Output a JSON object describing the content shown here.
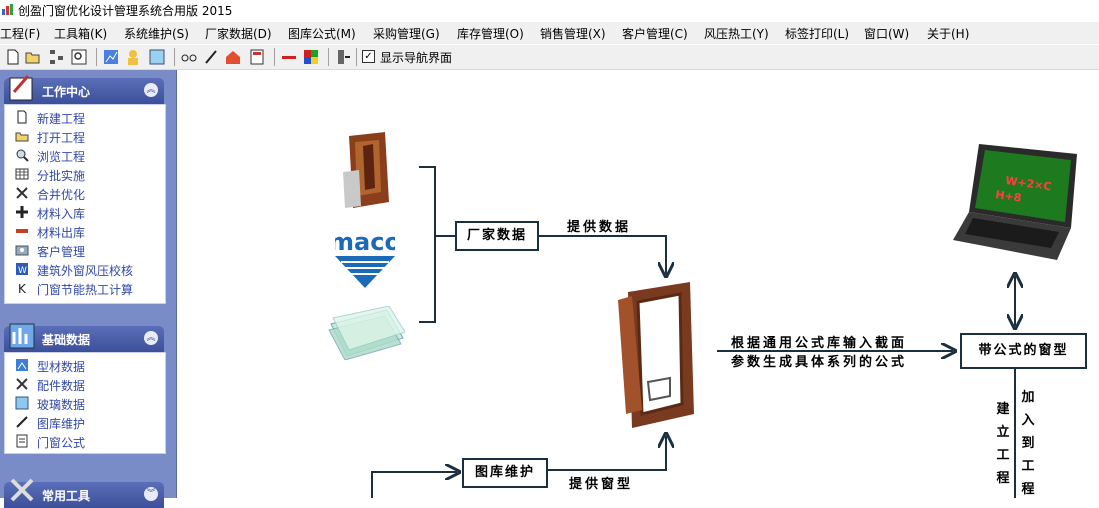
{
  "window": {
    "title": "创盈门窗优化设计管理系统合用版 2015"
  },
  "menu": [
    {
      "label": "工程(F)"
    },
    {
      "label": "工具箱(K)"
    },
    {
      "label": "系统维护(S)"
    },
    {
      "label": "厂家数据(D)"
    },
    {
      "label": "图库公式(M)"
    },
    {
      "label": "采购管理(G)"
    },
    {
      "label": "库存管理(O)"
    },
    {
      "label": "销售管理(X)"
    },
    {
      "label": "客户管理(C)"
    },
    {
      "label": "风压热工(Y)"
    },
    {
      "label": "标签打印(L)"
    },
    {
      "label": "窗口(W)"
    },
    {
      "label": "关于(H)"
    }
  ],
  "toolbar": {
    "show_nav_label": "显示导航界面",
    "show_nav_checked": true
  },
  "sidebar": {
    "work_center": {
      "title": "工作中心",
      "items": [
        {
          "label": "新建工程",
          "icon": "new-file-icon"
        },
        {
          "label": "打开工程",
          "icon": "open-folder-icon"
        },
        {
          "label": "浏览工程",
          "icon": "magnifier-icon"
        },
        {
          "label": "分批实施",
          "icon": "grid-icon"
        },
        {
          "label": "合并优化",
          "icon": "tools-icon"
        },
        {
          "label": "材料入库",
          "icon": "plus-icon"
        },
        {
          "label": "材料出库",
          "icon": "minus-icon"
        },
        {
          "label": "客户管理",
          "icon": "people-icon"
        },
        {
          "label": "建筑外窗风压校核",
          "icon": "word-icon"
        },
        {
          "label": "门窗节能热工计算",
          "icon": "k-icon"
        }
      ]
    },
    "basic_data": {
      "title": "基础数据",
      "items": [
        {
          "label": "型材数据",
          "icon": "profile-icon"
        },
        {
          "label": "配件数据",
          "icon": "tools-icon"
        },
        {
          "label": "玻璃数据",
          "icon": "glass-icon"
        },
        {
          "label": "图库维护",
          "icon": "pen-icon"
        },
        {
          "label": "门窗公式",
          "icon": "formula-icon"
        }
      ]
    },
    "common_tools": {
      "title": "常用工具"
    }
  },
  "diagram": {
    "vendor_data": "厂家数据",
    "provide_data": "提供数据",
    "formula_line1": "根据通用公式库输入截面",
    "formula_line2": "参数生成具体系列的公式",
    "window_with_formula": "带公式的窗型",
    "library_maintenance": "图库维护",
    "provide_window": "提供窗型",
    "build_project": "建立工程",
    "add_to_project": "加入到工程",
    "maco_logo": "maco",
    "laptop_screen_text1": "W+2×C",
    "laptop_screen_text2": "H+8"
  },
  "colors": {
    "menu_bg": "#f0f0f0",
    "sidebar_bg": "#7a8cc8",
    "panel_header": "#3c4f9a",
    "link_text": "#3148a8",
    "arrow": "#1a3040"
  }
}
